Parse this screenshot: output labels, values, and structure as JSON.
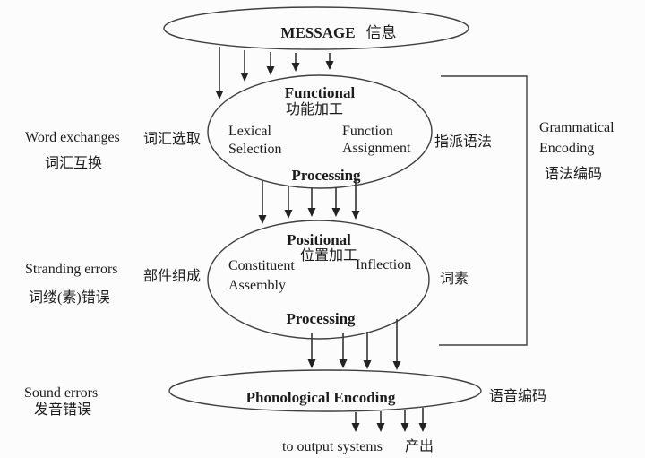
{
  "colors": {
    "background": "#fcfcfc",
    "line": "#3f3f3f",
    "text": "#1c1c1c"
  },
  "message": {
    "label": "MESSAGE",
    "label_zh": "信息"
  },
  "functional": {
    "title": "Functional",
    "title_zh": "功能加工",
    "left_line1": "Lexical",
    "left_line2": "Selection",
    "right_line1": "Function",
    "right_line2": "Assignment",
    "bottom": "Processing"
  },
  "positional": {
    "title": "Positional",
    "title_zh": "位置加工",
    "left_line1": "Constituent",
    "left_line2": "Assembly",
    "right_line1": "Inflection",
    "bottom": "Processing"
  },
  "phonological": {
    "title": "Phonological Encoding",
    "label_zh": "语音编码"
  },
  "grammatical": {
    "line1": "Grammatical",
    "line2": "Encoding",
    "zh": "语法编码"
  },
  "annotations": {
    "word_exchanges": "Word exchanges",
    "word_exchanges_zh": "词汇互换",
    "lexical_selection_zh": "词汇选取",
    "function_assignment_zh": "指派语法",
    "stranding_errors": "Stranding errors",
    "stranding_errors_zh": "词缕(素)错误",
    "constituent_assembly_zh": "部件组成",
    "inflection_zh": "词素",
    "sound_errors": "Sound errors",
    "sound_errors_zh": "发音错误"
  },
  "output": {
    "label": "to output systems",
    "label_zh": "产出"
  }
}
